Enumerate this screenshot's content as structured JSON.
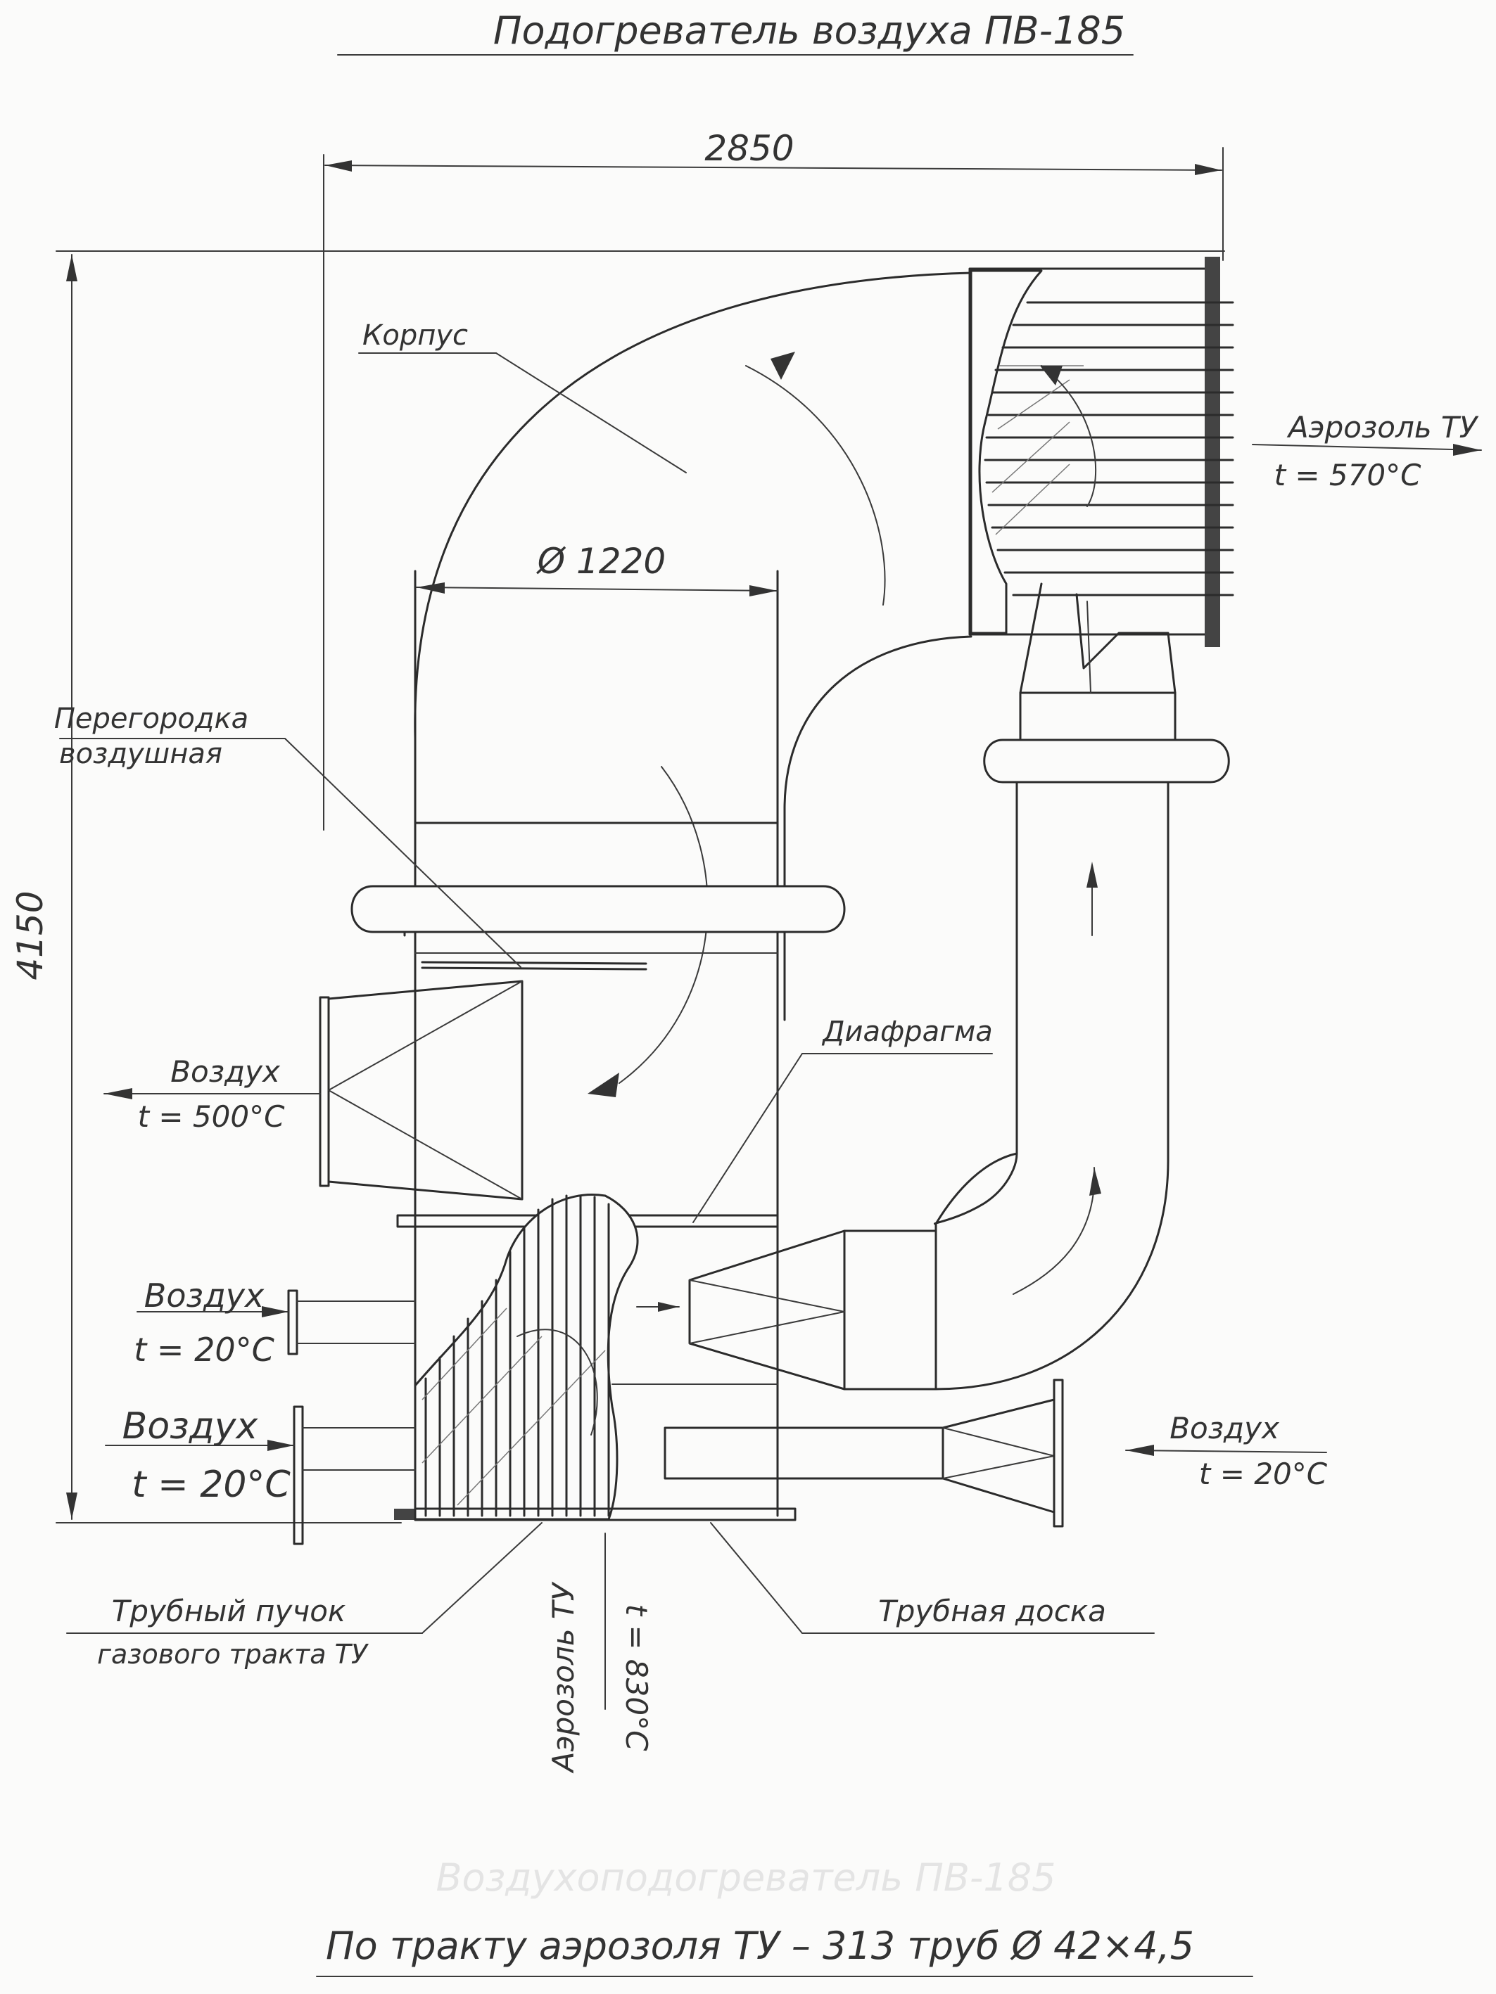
{
  "title": "Подогреватель воздуха   ПВ-185",
  "dimensions": {
    "width": "2850",
    "height": "4150",
    "diameter": "Ø 1220"
  },
  "labels": {
    "korpus": "Корпус",
    "peregorodka_1": "Перегородка",
    "peregorodka_2": "воздушная",
    "diafragma": "Диафрагма",
    "trubny_puchok_1": "Трубный пучок",
    "trubny_puchok_2": "газового тракта ТУ",
    "trubnaya_doska": "Трубная доска"
  },
  "flows": {
    "aerosol_out": "Аэрозоль ТУ",
    "aerosol_out_t": "t = 570°C",
    "air_out": "Воздух",
    "air_out_t": "t = 500°C",
    "air_in_1": "Воздух",
    "air_in_1_t": "t = 20°C",
    "air_in_2": "Воздух",
    "air_in_2_t": "t = 20°C",
    "air_in_3": "Воздух",
    "air_in_3_t": "t = 20°C",
    "aerosol_in": "Аэрозоль ТУ",
    "aerosol_in_t": "t = 830°C"
  },
  "ghost_caption": "Воздухоподогреватель ПВ-185",
  "footer": "По тракту аэрозоля ТУ – 313 труб Ø 42×4,5"
}
